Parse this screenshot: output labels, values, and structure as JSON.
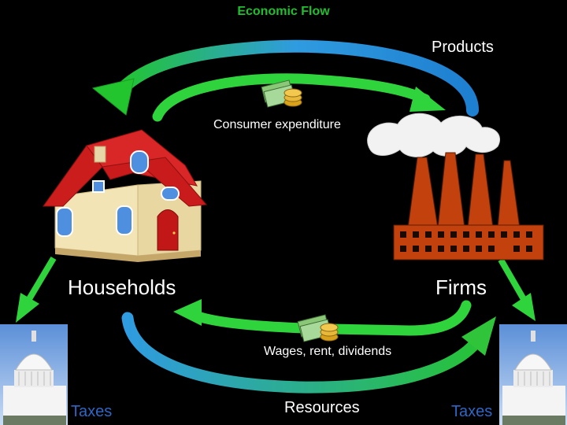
{
  "title": "Economic Flow",
  "labels": {
    "products": "Products",
    "consumer_expenditure": "Consumer expenditure",
    "households": "Households",
    "firms": "Firms",
    "wages": "Wages, rent, dividends",
    "resources": "Resources",
    "taxes_left": "Taxes",
    "taxes_right": "Taxes"
  },
  "colors": {
    "background": "#000000",
    "title": "#1fbf2f",
    "arrow_green": "#2fd33c",
    "arrow_blue": "#1e9fd8",
    "roof_red": "#d11a1a",
    "factory_orange": "#c2410c",
    "taxes_blue": "#2f66c4"
  },
  "icons": [
    "money-icon",
    "house-icon",
    "factory-icon",
    "capitol-icon"
  ]
}
